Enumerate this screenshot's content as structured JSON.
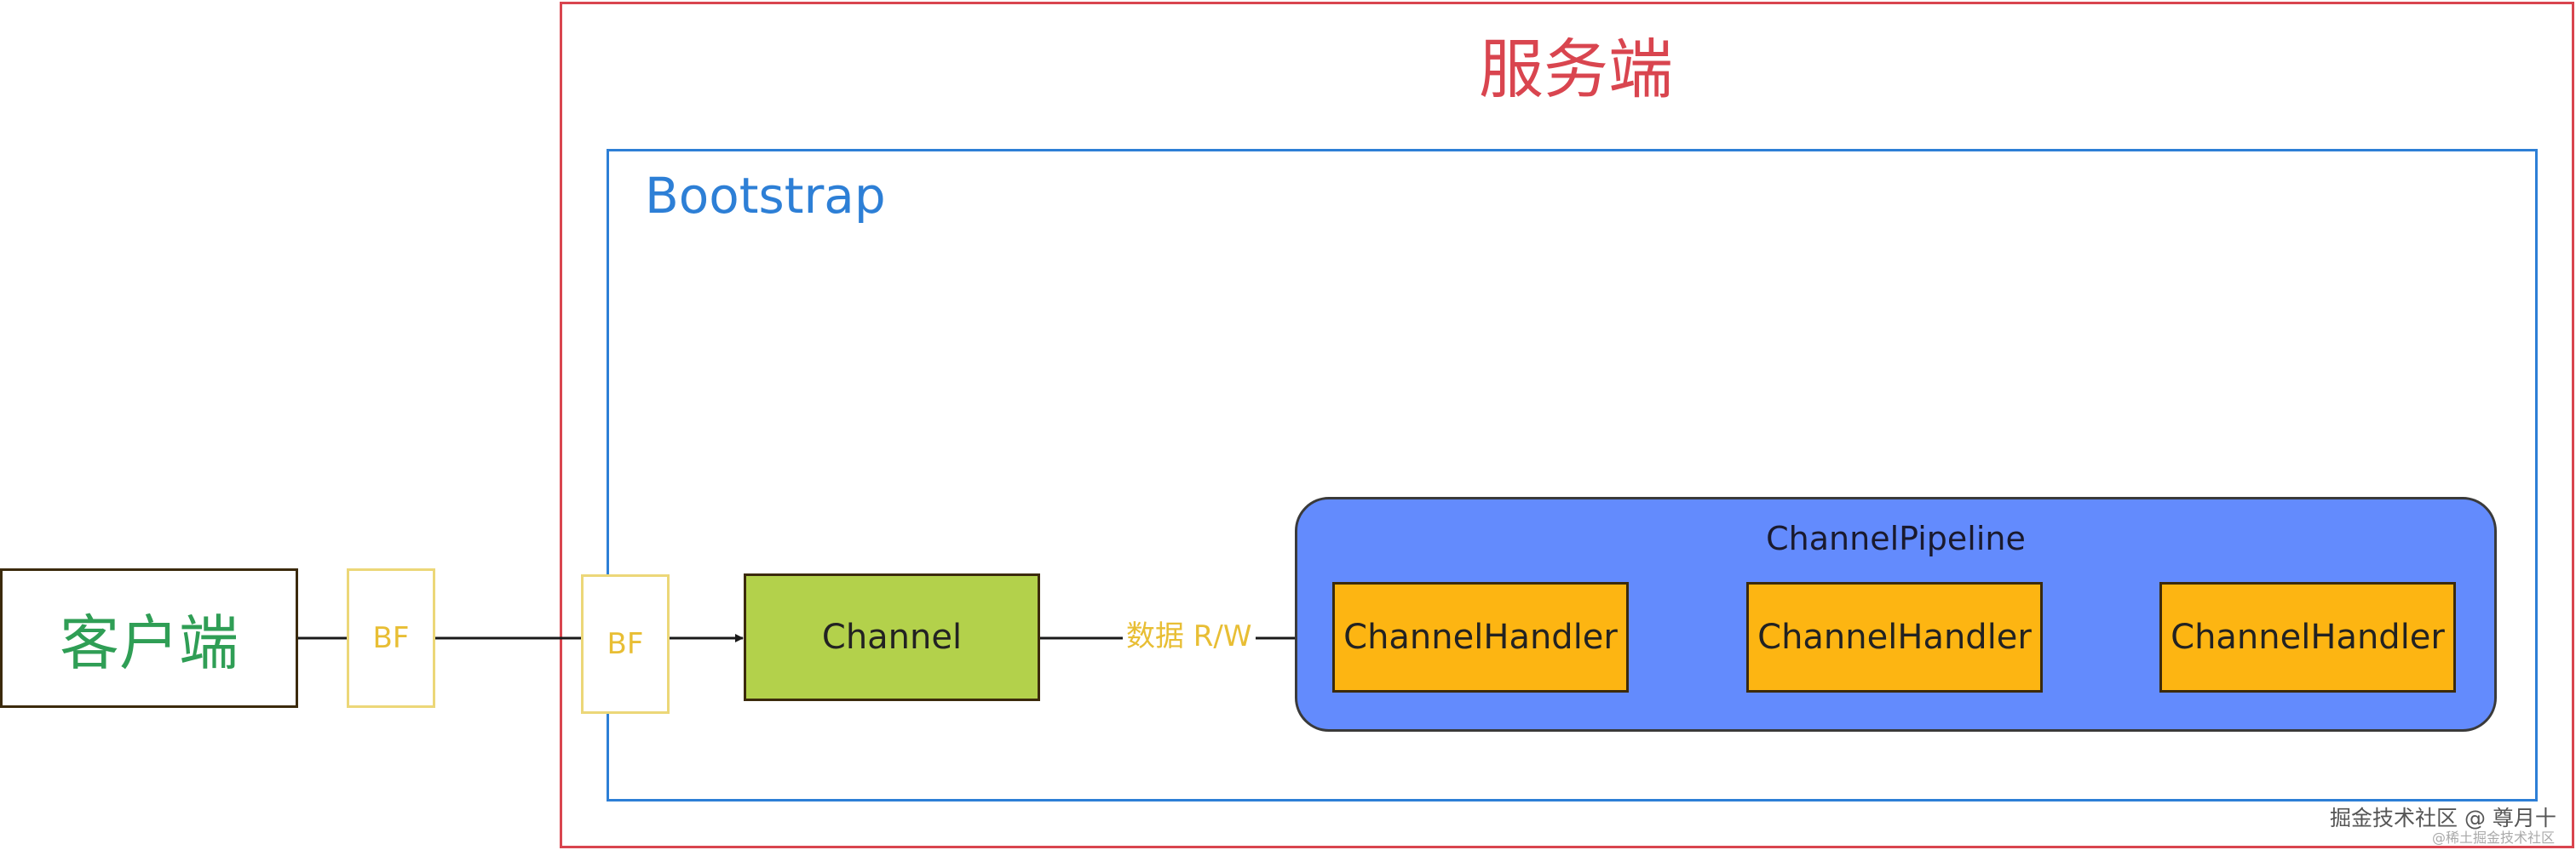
{
  "server": {
    "title": "服务端"
  },
  "bootstrap": {
    "title": "Bootstrap"
  },
  "client": {
    "label": "客户端"
  },
  "buffers": {
    "bf1": "BF",
    "bf2": "BF"
  },
  "channel": {
    "label": "Channel"
  },
  "data_flow": {
    "label": "数据 R/W"
  },
  "pipeline": {
    "title": "ChannelPipeline",
    "handlers": [
      "ChannelHandler",
      "ChannelHandler",
      "ChannelHandler"
    ]
  },
  "watermark": {
    "main": "掘金技术社区 @ 尊月十",
    "sub": "@稀土掘金技术社区"
  },
  "colors": {
    "server": "#d9454f",
    "bootstrap": "#2d7fd6",
    "client_text": "#2f9e55",
    "bf": "#e8be34",
    "channel": "#b3d14b",
    "pipeline": "#638bfd",
    "handler": "#fdb512"
  }
}
